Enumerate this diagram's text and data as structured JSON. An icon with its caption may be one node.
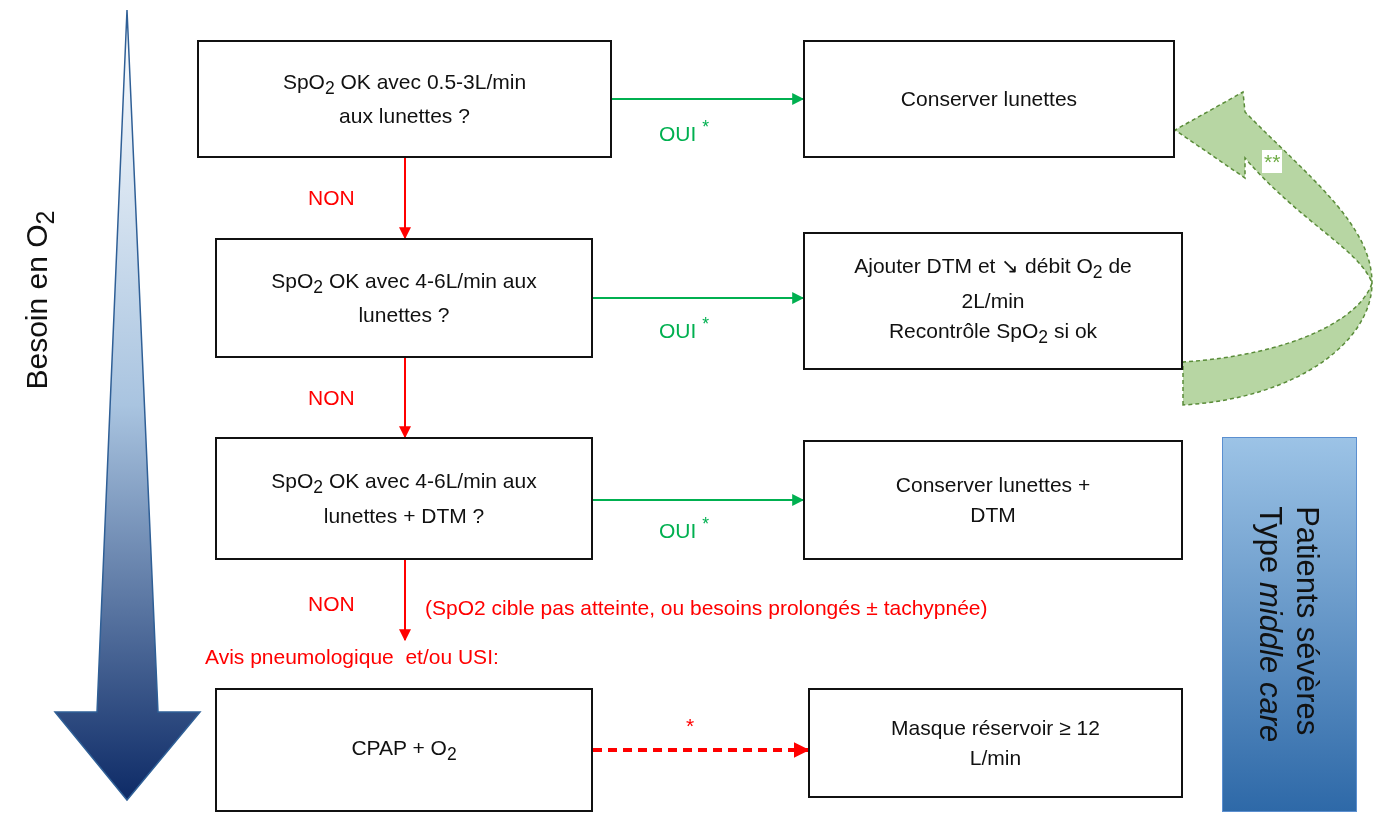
{
  "diagram": {
    "nodes": [
      {
        "text": [
          "SpO$_{2}$ OK avec 0.5-3L/min aux lunettes ?"
        ]
      },
      {
        "text": [
          "Conserver lunettes"
        ]
      },
      {
        "text": [
          "SpO$_{2}$ OK avec 4-6L/min aux lunettes ?"
        ]
      },
      {
        "text": [
          "Ajouter DTM et ↘ débit O$_{2}$ de 2L/min",
          "Recontrôle SpO$_{2}$ si ok"
        ]
      },
      {
        "text": [
          "SpO$_{2}$ OK avec 4-6L/min aux lunettes + DTM ?"
        ]
      },
      {
        "text": [
          "Conserver lunettes + DTM"
        ]
      },
      {
        "text": [
          "Avis pneumologique  et/ou USI:"
        ]
      },
      {
        "text": [
          "CPAP + O$_{2}$"
        ]
      },
      {
        "text": [
          "Masque réservoir ≥ 12 L/min"
        ]
      },
      {
        "text": [
          "Patients sévères",
          "Type *middle care*"
        ]
      }
    ],
    "edges": [
      {
        "from": 0,
        "to": 1,
        "arrow": "to",
        "label": "OUI $^{*}$",
        "color": "#00b050"
      },
      {
        "from": 0,
        "to": 2,
        "arrow": "to",
        "label": "NON",
        "color": "#ff0000"
      },
      {
        "from": 2,
        "to": 3,
        "arrow": "to",
        "label": "OUI $^{*}$",
        "color": "#00b050"
      },
      {
        "from": 2,
        "to": 4,
        "arrow": "to",
        "label": "NON",
        "color": "#ff0000"
      },
      {
        "from": 4,
        "to": 5,
        "arrow": "to",
        "label": "OUI $^{*}$",
        "color": "#00b050"
      },
      {
        "from": 4,
        "to": 6,
        "arrow": "to",
        "label": "NON",
        "color": "#ff0000"
      },
      {
        "from": 7,
        "to": 8,
        "arrow": "to",
        "label": "*",
        "style": "dashed",
        "color": "#ff0000"
      },
      {
        "from": 3,
        "to": 1,
        "arrow": "to",
        "label": "**",
        "style": "dashed",
        "color": "#70ad47"
      }
    ],
    "labels": [
      "Besoin en O$_{2}$",
      "(SpO2 cible pas atteinte, ou besoins prolongés ± tachypnée)"
    ]
  }
}
